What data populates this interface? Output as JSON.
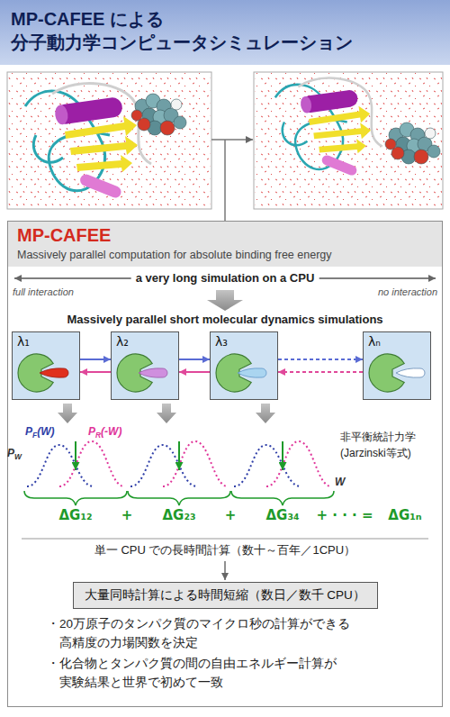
{
  "diagram": {
    "title": "MP-CAFEE による 分子動力学コンピュータシミュレーション",
    "nodes": [
      {
        "text": [
          "MP-CAFEE",
          "Massively parallel computation for absolute binding free energy"
        ]
      },
      {
        "text": [
          "λ₁"
        ],
        "in": 0
      },
      {
        "text": [
          "λ₂"
        ],
        "in": 0
      },
      {
        "text": [
          "λ₃"
        ],
        "in": 0
      },
      {
        "text": [
          "λₙ"
        ],
        "in": 0
      },
      {
        "text": [
          "大量同時計算による時間短縮（数日／数千 CPU）"
        ],
        "in": 0
      }
    ],
    "edges": [
      {
        "from": 1,
        "to": 2,
        "arrow": "to"
      },
      {
        "from": 2,
        "to": 1,
        "arrow": "to"
      },
      {
        "from": 2,
        "to": 3,
        "arrow": "to"
      },
      {
        "from": 3,
        "to": 2,
        "arrow": "to"
      },
      {
        "from": 3,
        "to": 4,
        "arrow": "to"
      },
      {
        "from": 4,
        "to": 3,
        "arrow": "to"
      }
    ],
    "labels": [
      "a very long simulation on a CPU",
      "full interaction",
      "no interaction",
      "Massively parallel short molecular dynamics simulations",
      "P",
      "F",
      "(W)",
      "P",
      "R",
      "(-W)",
      "P",
      "W",
      "W",
      "非平衡統計力学",
      "(Jarzinski等式)",
      "ΔG₁₂",
      "+",
      "ΔG₂₃",
      "+",
      "ΔG₃₄",
      "+ · · · =",
      "ΔG₁ₙ",
      "単一 CPU での長時間計算（数十～百年／1CPU）",
      "・20万原子のタンパク質のマイクロ秒の計算ができる 高精度の力場関数を決定",
      "・化合物とタンパク質の間の自由エネルギー計算が 実験結果と世界で初めて一致"
    ]
  }
}
